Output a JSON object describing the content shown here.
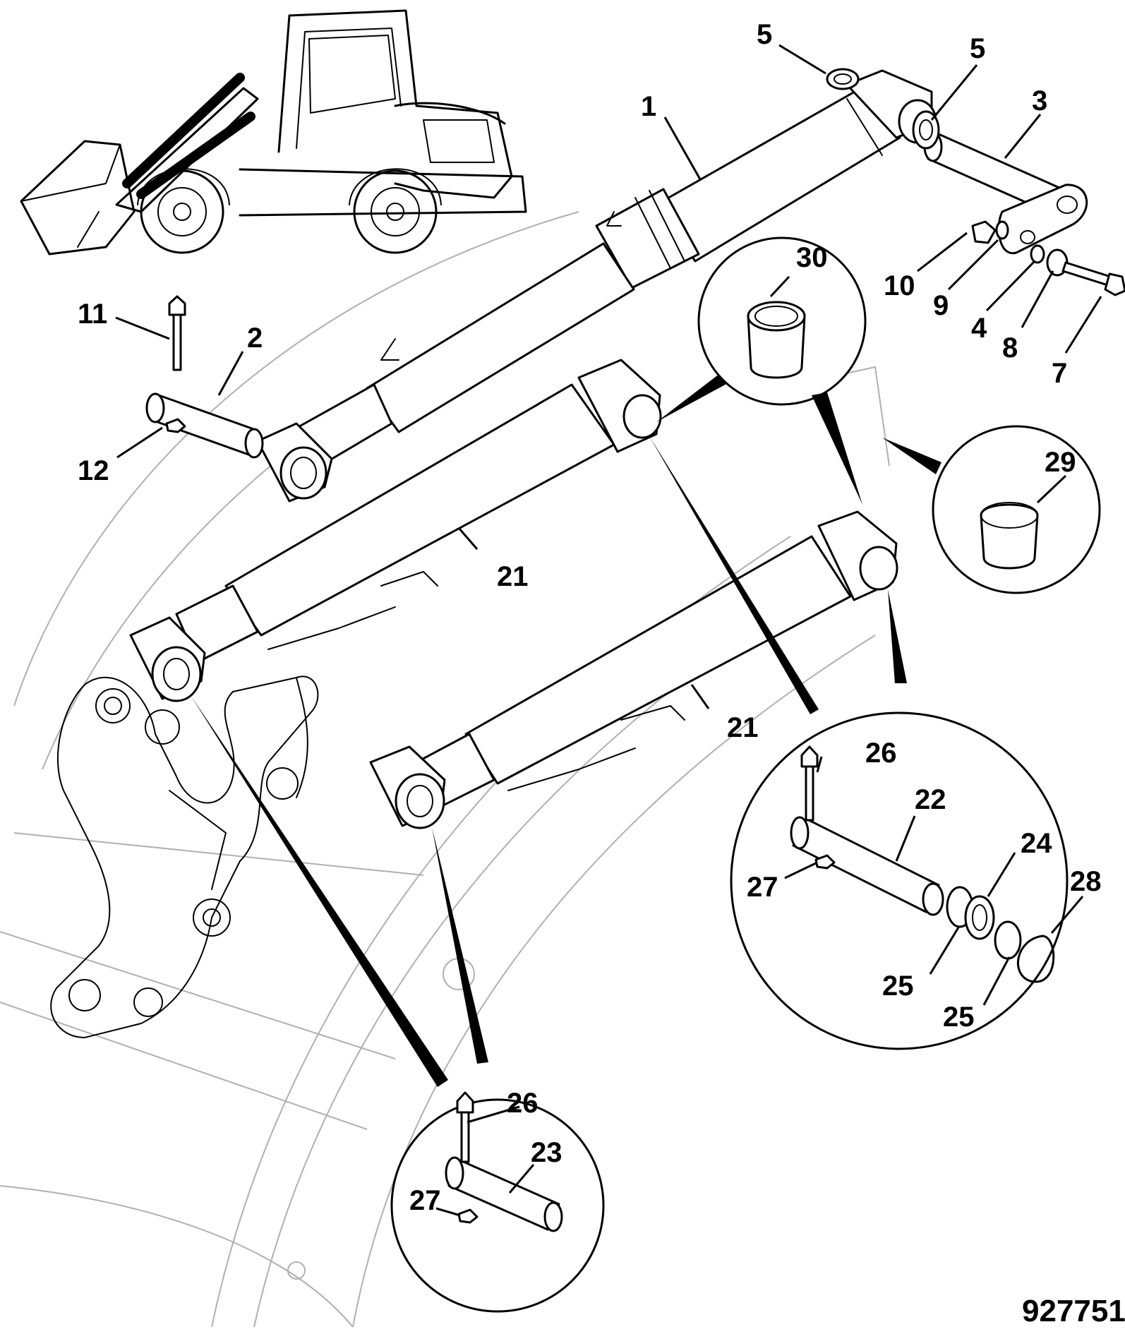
{
  "figure_number": "927751",
  "callouts": {
    "c1": "1",
    "c2": "2",
    "c3": "3",
    "c4": "4",
    "c5a": "5",
    "c5b": "5",
    "c7": "7",
    "c8": "8",
    "c9": "9",
    "c10": "10",
    "c11": "11",
    "c12": "12",
    "c21a": "21",
    "c21b": "21",
    "c22": "22",
    "c23": "23",
    "c24": "24",
    "c25a": "25",
    "c25b": "25",
    "c26a": "26",
    "c26b": "26",
    "c27a": "27",
    "c27b": "27",
    "c28": "28",
    "c29": "29",
    "c30": "30"
  }
}
